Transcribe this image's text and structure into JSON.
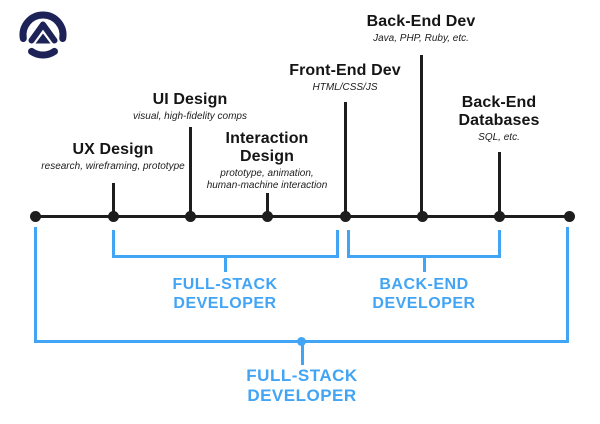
{
  "colors": {
    "accent_blue": "#42a4f5",
    "line_black": "#1d1d1d",
    "logo_navy": "#1e2357",
    "background": "#ffffff"
  },
  "logo": {
    "name": "circle-chevron-logo"
  },
  "skills": [
    {
      "title": "UX Design",
      "subtitle": "research, wireframing, prototype"
    },
    {
      "title": "UI Design",
      "subtitle": "visual, high-fidelity comps"
    },
    {
      "title": "Interaction Design",
      "subtitle": "prototype, animation, human-machine interaction"
    },
    {
      "title": "Front-End Dev",
      "subtitle": "HTML/CSS/JS"
    },
    {
      "title": "Back-End Dev",
      "subtitle": "Java, PHP, Ruby, etc."
    },
    {
      "title": "Back-End Databases",
      "subtitle": "SQL, etc."
    }
  ],
  "brackets": {
    "left": {
      "line1": "FULL-STACK",
      "line2": "DEVELOPER"
    },
    "right": {
      "line1": "BACK-END",
      "line2": "DEVELOPER"
    },
    "bottom": {
      "line1": "FULL-STACK",
      "line2": "DEVELOPER"
    }
  }
}
